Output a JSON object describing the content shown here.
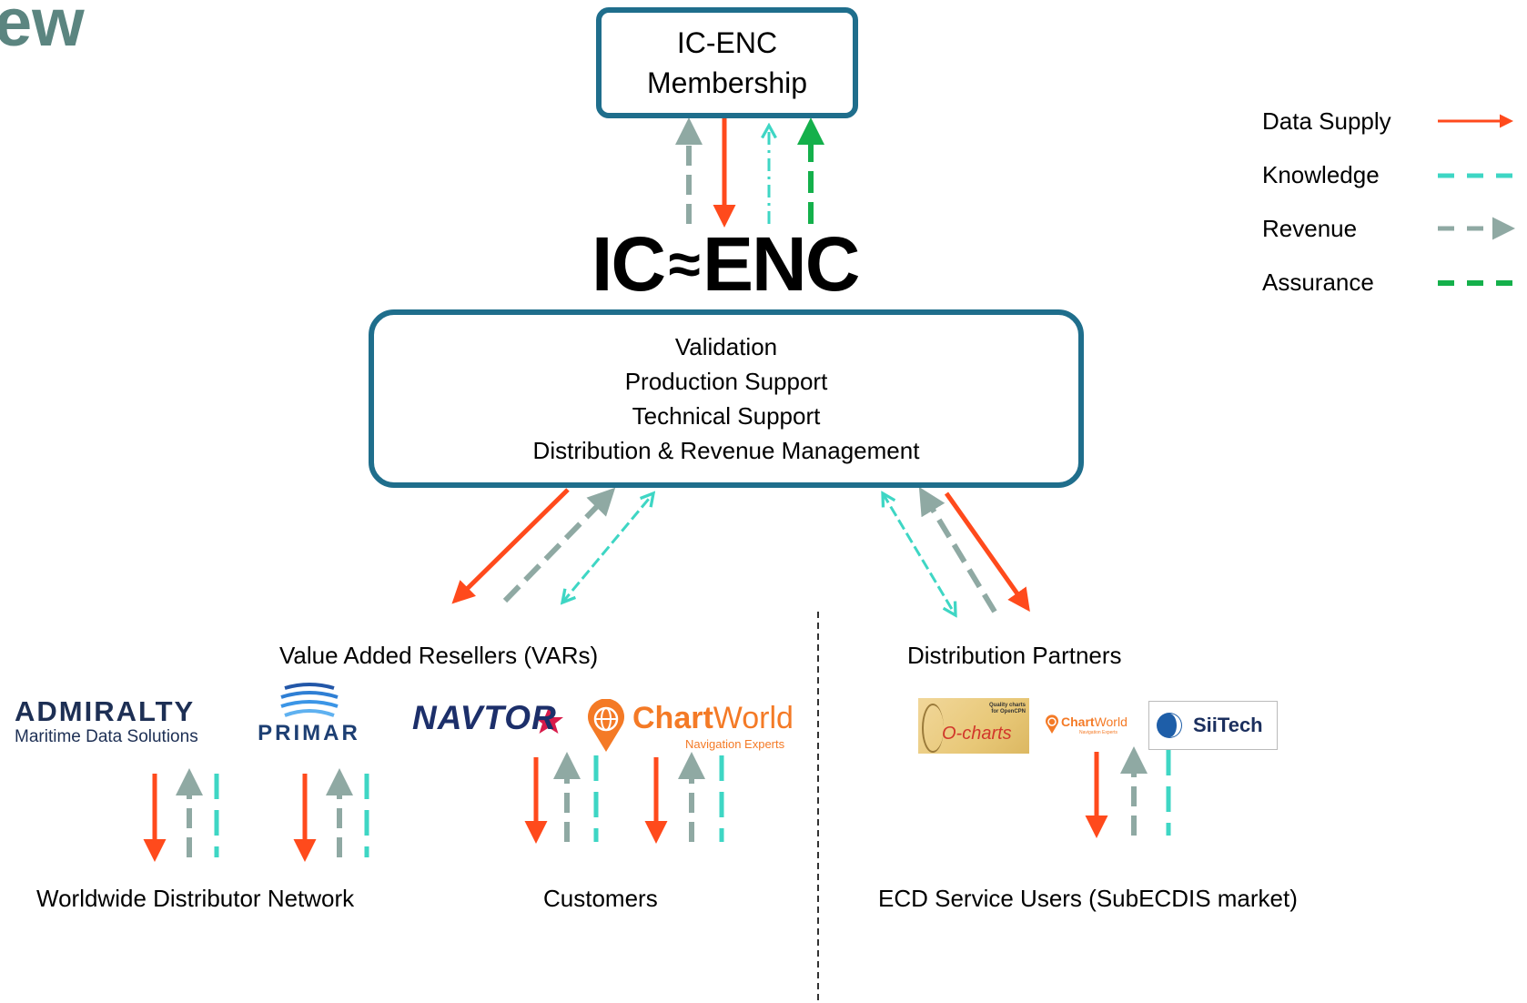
{
  "partial_title": "ew",
  "membership_box": {
    "line1": "IC-ENC",
    "line2": "Membership"
  },
  "icenc_logo": {
    "left": "IC",
    "right": "ENC"
  },
  "services_box": {
    "lines": [
      "Validation",
      "Production Support",
      "Technical Support",
      "Distribution & Revenue Management"
    ]
  },
  "labels": {
    "vars": "Value Added Resellers (VARs)",
    "distribution_partners": "Distribution Partners",
    "worldwide": "Worldwide Distributor Network",
    "customers": "Customers",
    "ecd_users": "ECD Service Users (SubECDIS market)"
  },
  "legend": [
    {
      "label": "Data Supply",
      "color": "#ff4a1c"
    },
    {
      "label": "Knowledge",
      "color": "#3ed6c4"
    },
    {
      "label": "Revenue",
      "color": "#8fa9a3"
    },
    {
      "label": "Assurance",
      "color": "#14b04b"
    }
  ],
  "logos": {
    "admiralty_name": "ADMIRALTY",
    "admiralty_sub": "Maritime Data Solutions",
    "primar": "PRIMAR",
    "navtor": "NAVTOR",
    "chartworld_a": "Chart",
    "chartworld_b": "World",
    "chartworld_sub": "Navigation Experts",
    "ocharts_small": "Quality charts for OpenCPN",
    "ocharts": "O-charts",
    "siitech": "SiiTech"
  },
  "colors": {
    "box_border": "#1f6e8c",
    "data_supply": "#ff4a1c",
    "knowledge": "#3ed6c4",
    "revenue": "#8fa9a3",
    "assurance": "#14b04b"
  }
}
